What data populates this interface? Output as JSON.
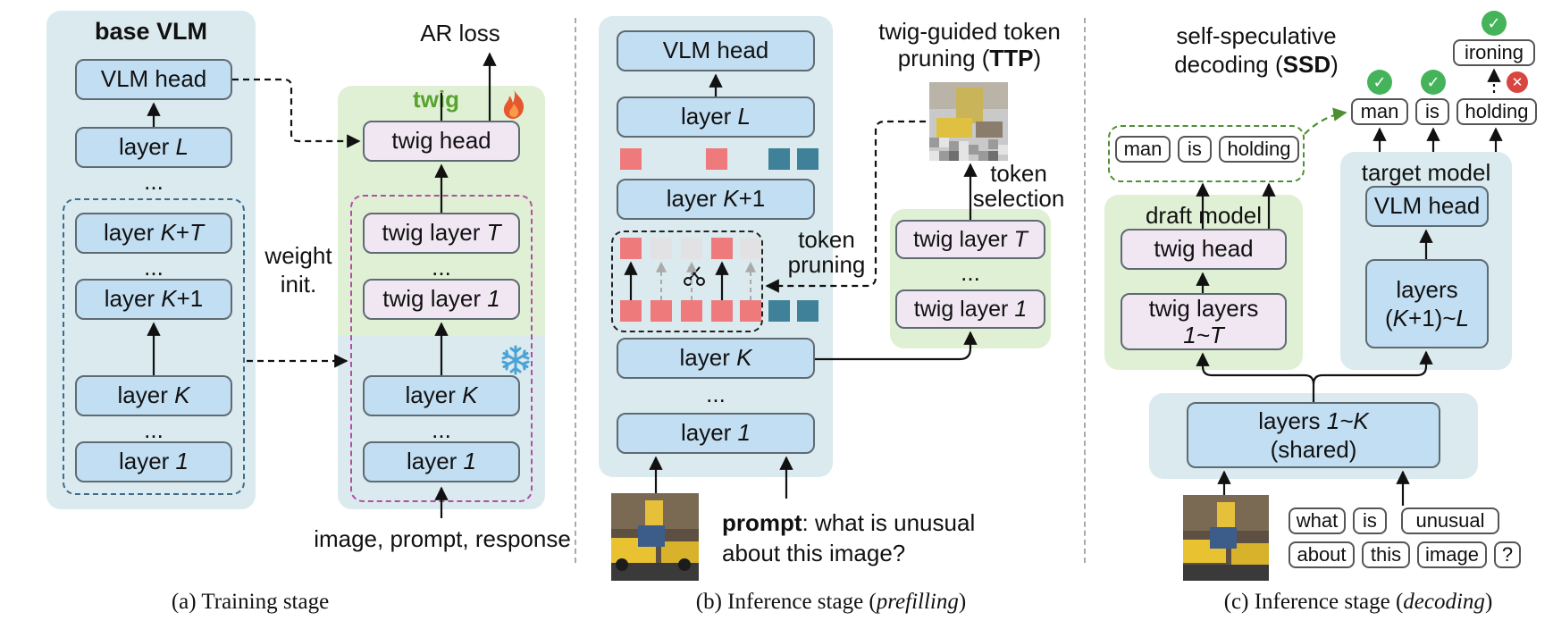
{
  "training": {
    "base_vlm_title": "base VLM",
    "vlm_head": "VLM head",
    "layer_L": "layer L",
    "ellipsis": "...",
    "layer_K_plus_T": "layer K+T",
    "layer_K_plus_1": "layer K+1",
    "layer_K": "layer K",
    "layer_1": "layer 1",
    "weight_init": [
      "weight",
      "init."
    ],
    "ar_loss": "AR loss",
    "twig_title": "twig",
    "twig_head": "twig head",
    "twig_layer_T": "twig layer T",
    "twig_layer_1": "twig layer 1",
    "input_text": "image, prompt, response",
    "caption": "(a) Training stage",
    "icons": {
      "trainable": "fire-icon",
      "frozen": "snowflake-icon"
    }
  },
  "prefilling": {
    "vlm_head": "VLM head",
    "layer_L": "layer L",
    "layer_K_plus_1": "layer K+1",
    "layer_K": "layer K",
    "ellipsis": "...",
    "layer_1": "layer 1",
    "token_pruning": [
      "token",
      "pruning"
    ],
    "ttp_title_line1": "twig-guided token",
    "ttp_title_line2": "pruning (",
    "ttp_abbr": "TTP",
    "ttp_close": ")",
    "token_selection": [
      "token",
      "selection"
    ],
    "twig_layer_T": "twig layer T",
    "twig_layer_1": "twig layer 1",
    "prompt_label": "prompt",
    "prompt_text_1": ": what is unusual",
    "prompt_text_2": "about this image?",
    "caption_prefix": "(b) Inference stage (",
    "caption_italic": "prefilling",
    "caption_suffix": ")",
    "colors": {
      "kept": "#ee7a7c",
      "pruned": "#e2e2e4",
      "text_tokens": "#3e8198"
    }
  },
  "decoding": {
    "ssd_line1": "self-speculative",
    "ssd_line2": "decoding (",
    "ssd_abbr": "SSD",
    "ssd_close": ")",
    "draft_tokens": [
      "man",
      "is",
      "holding"
    ],
    "accepted_tokens": [
      "man",
      "is",
      "holding"
    ],
    "extra_token": "ironing",
    "draft_model": "draft model",
    "twig_head": "twig head",
    "twig_layers": [
      "twig layers",
      "1~T"
    ],
    "target_model": "target model",
    "vlm_head": "VLM head",
    "target_layers": [
      "layers",
      "(K+1)~L"
    ],
    "shared_layers": [
      "layers 1~K",
      "(shared)"
    ],
    "prompt_tokens": [
      "what",
      "is",
      "unusual",
      "about",
      "this",
      "image",
      "?"
    ],
    "caption_prefix": "(c) Inference stage (",
    "caption_italic": "decoding",
    "caption_suffix": ")",
    "icons": {
      "accepted": "check-icon",
      "rejected": "cross-icon"
    },
    "colors": {
      "accepted": "#45b35a",
      "rejected": "#d9453f"
    }
  }
}
